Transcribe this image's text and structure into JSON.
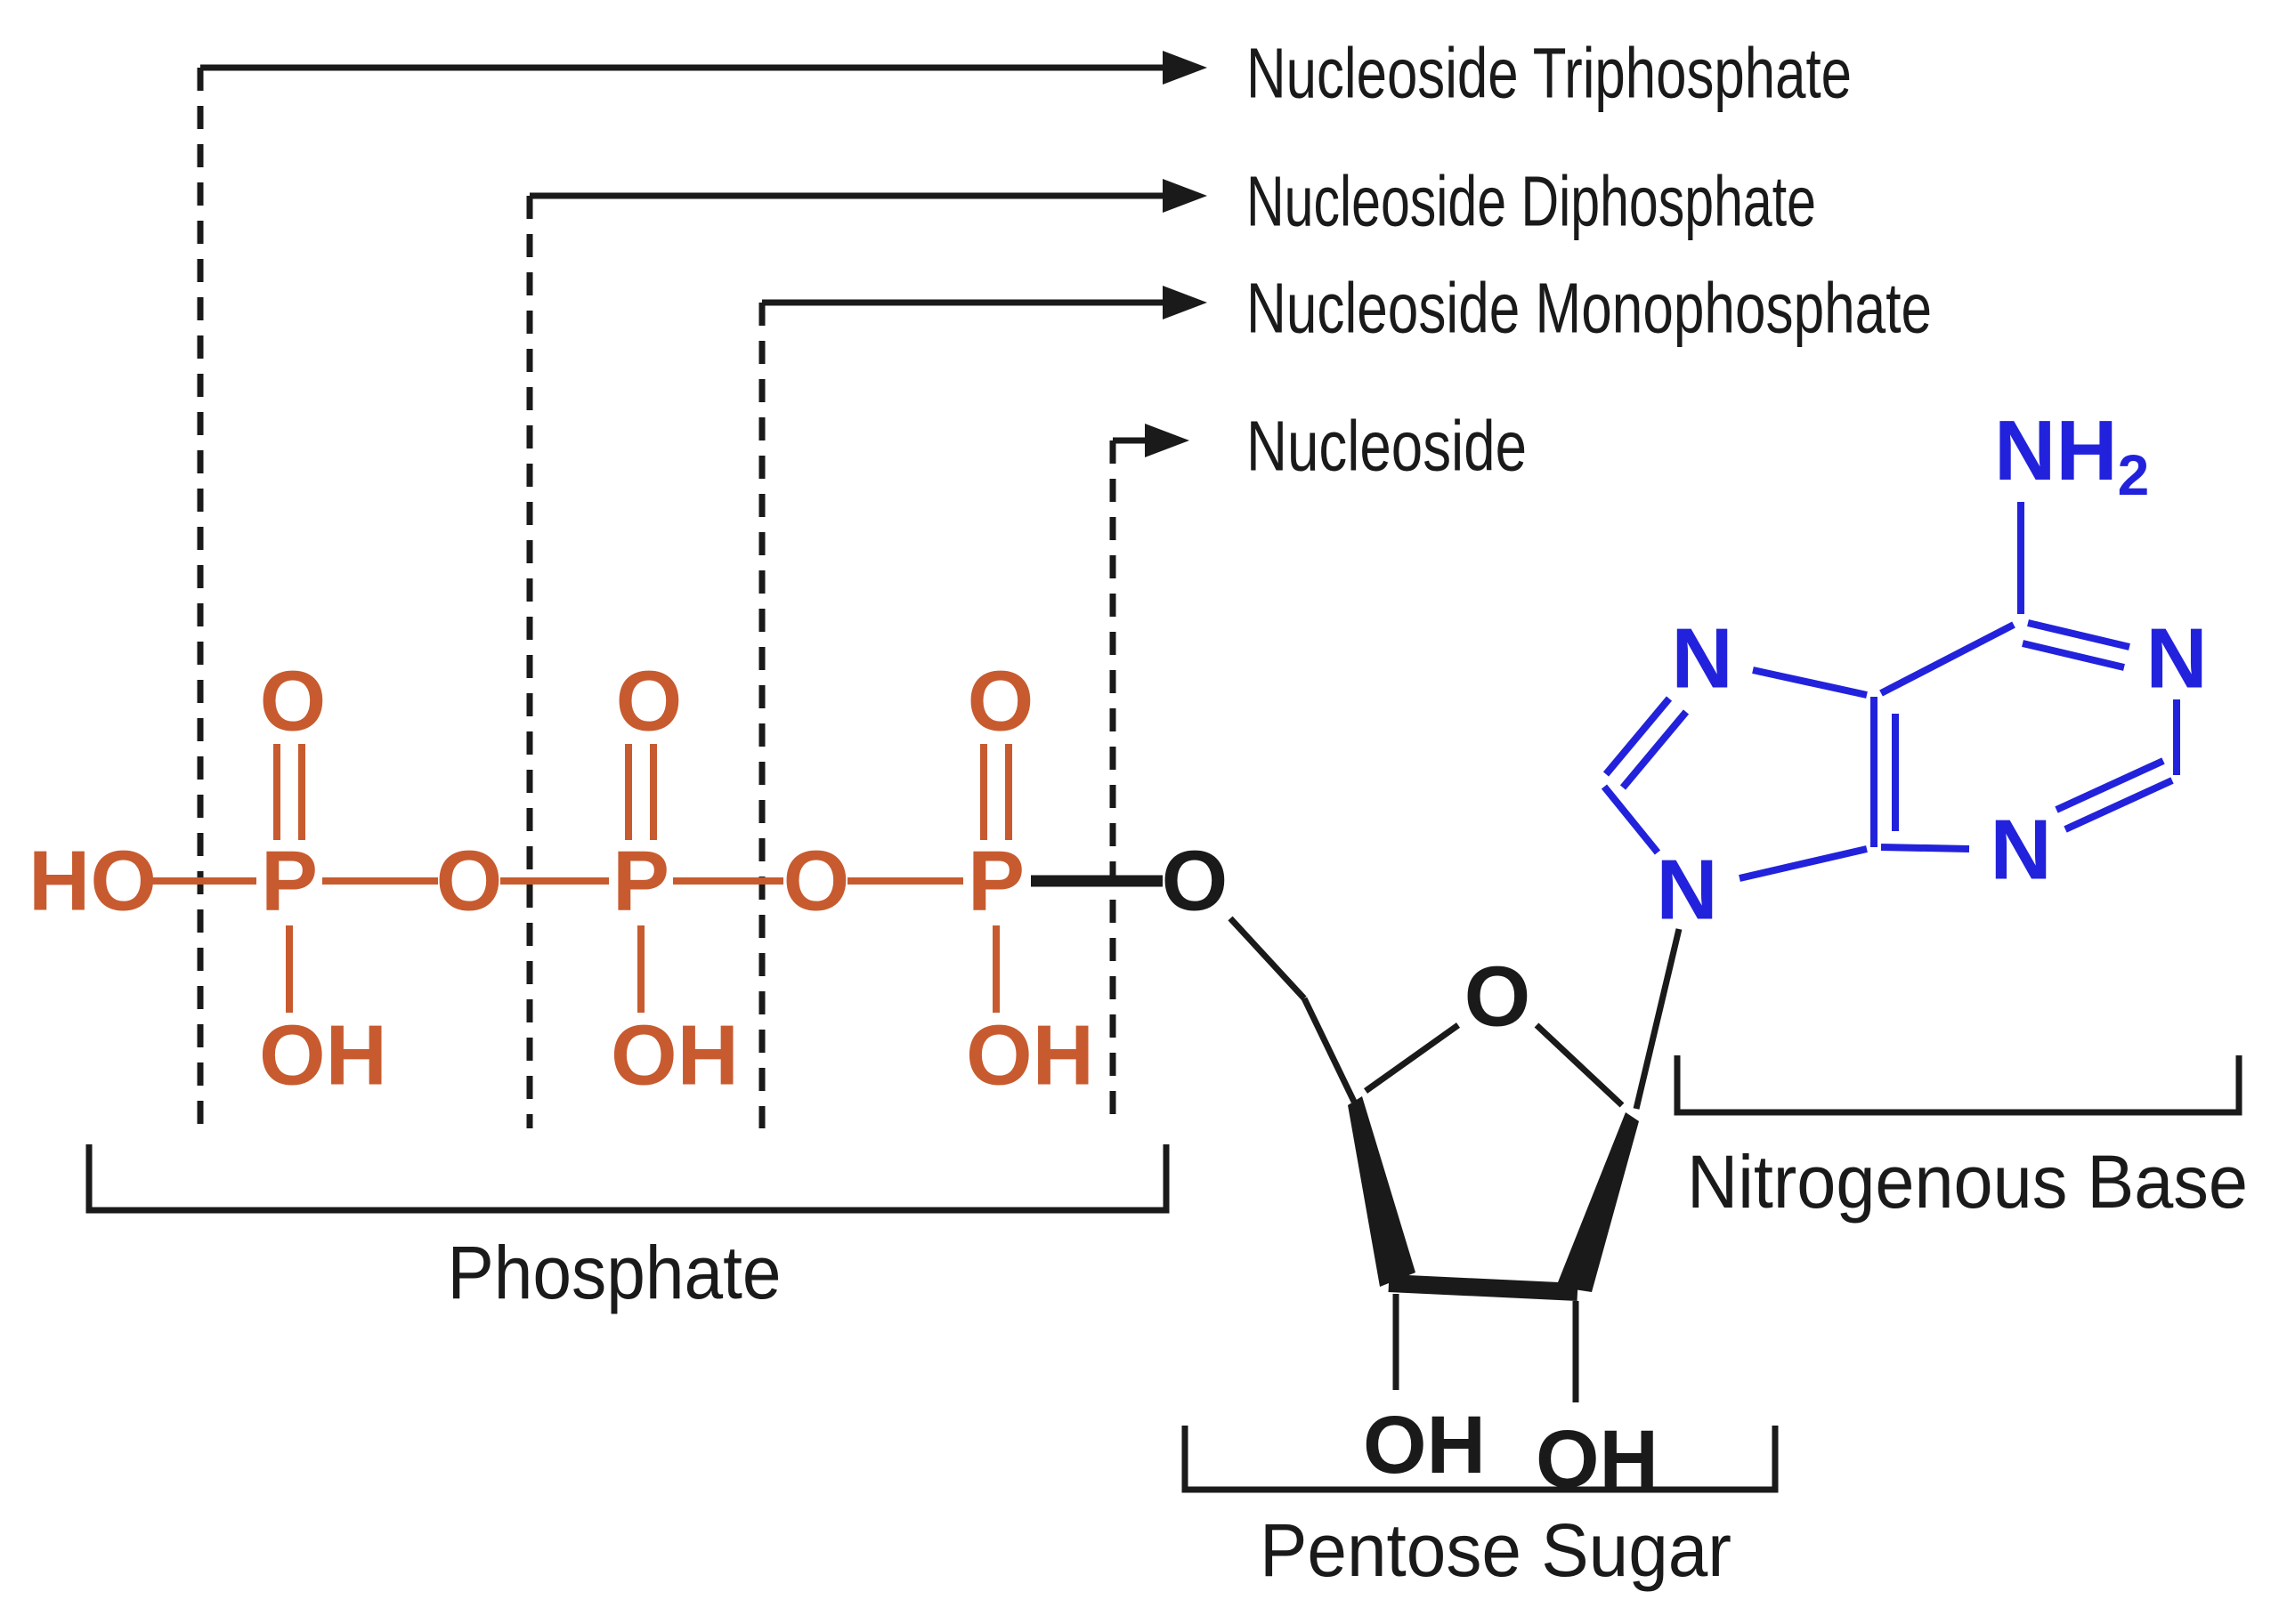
{
  "colors": {
    "phosphate": "#C75B2F",
    "base": "#2222DC",
    "ink": "#1A1A1A",
    "background": "#FFFFFF"
  },
  "callouts": [
    {
      "label": "Nucleoside Triphosphate"
    },
    {
      "label": "Nucleoside Diphosphate"
    },
    {
      "label": "Nucleoside Monophosphate"
    },
    {
      "label": "Nucleoside"
    }
  ],
  "brackets": {
    "phosphate": "Phosphate",
    "pentose_sugar": "Pentose Sugar",
    "nitrogenous_base": "Nitrogenous Base"
  },
  "atoms": {
    "ho": "HO",
    "phosphorus": "P",
    "oxygen": "O",
    "hydroxyl": "OH",
    "nitrogen": "N",
    "amine": "NH",
    "amine_subscript": "2"
  }
}
